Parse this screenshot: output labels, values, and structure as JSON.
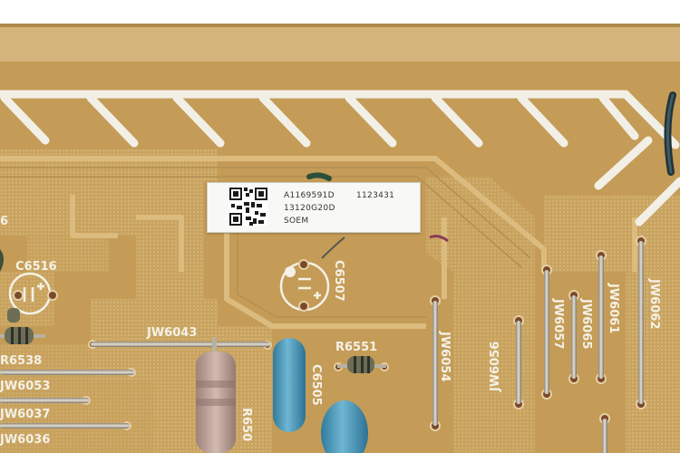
{
  "label": {
    "part_number": "A1169591D",
    "code": "1123431",
    "serial": "13120G20D",
    "vendor": "SOEM"
  },
  "silkscreen": {
    "c6516": "C6516",
    "c6507": "C6507",
    "c6505": "C6505",
    "r6551": "R6551",
    "r6538": "R6538",
    "r650": "R650",
    "jw6043": "JW6043",
    "jw6053": "JW6053",
    "jw6037": "JW6037",
    "jw6036": "JW6036",
    "jw6054": "JW6054",
    "jw6056": "JW6056",
    "jw6057": "JW6057",
    "jw6065": "JW6065",
    "jw6061": "JW6061",
    "jw6062": "JW6062",
    "edge_6": "6"
  },
  "colors": {
    "board": "#c7a15c",
    "board_edge": "#e2cba0",
    "trace": "#d9b977",
    "silkscreen": "#f4f1e6",
    "resistor_body": "#bfa49c",
    "capacitor_blue": "#4f98b8",
    "jumper_wire": "#c9c2b0",
    "pad": "#7a4a2a"
  }
}
